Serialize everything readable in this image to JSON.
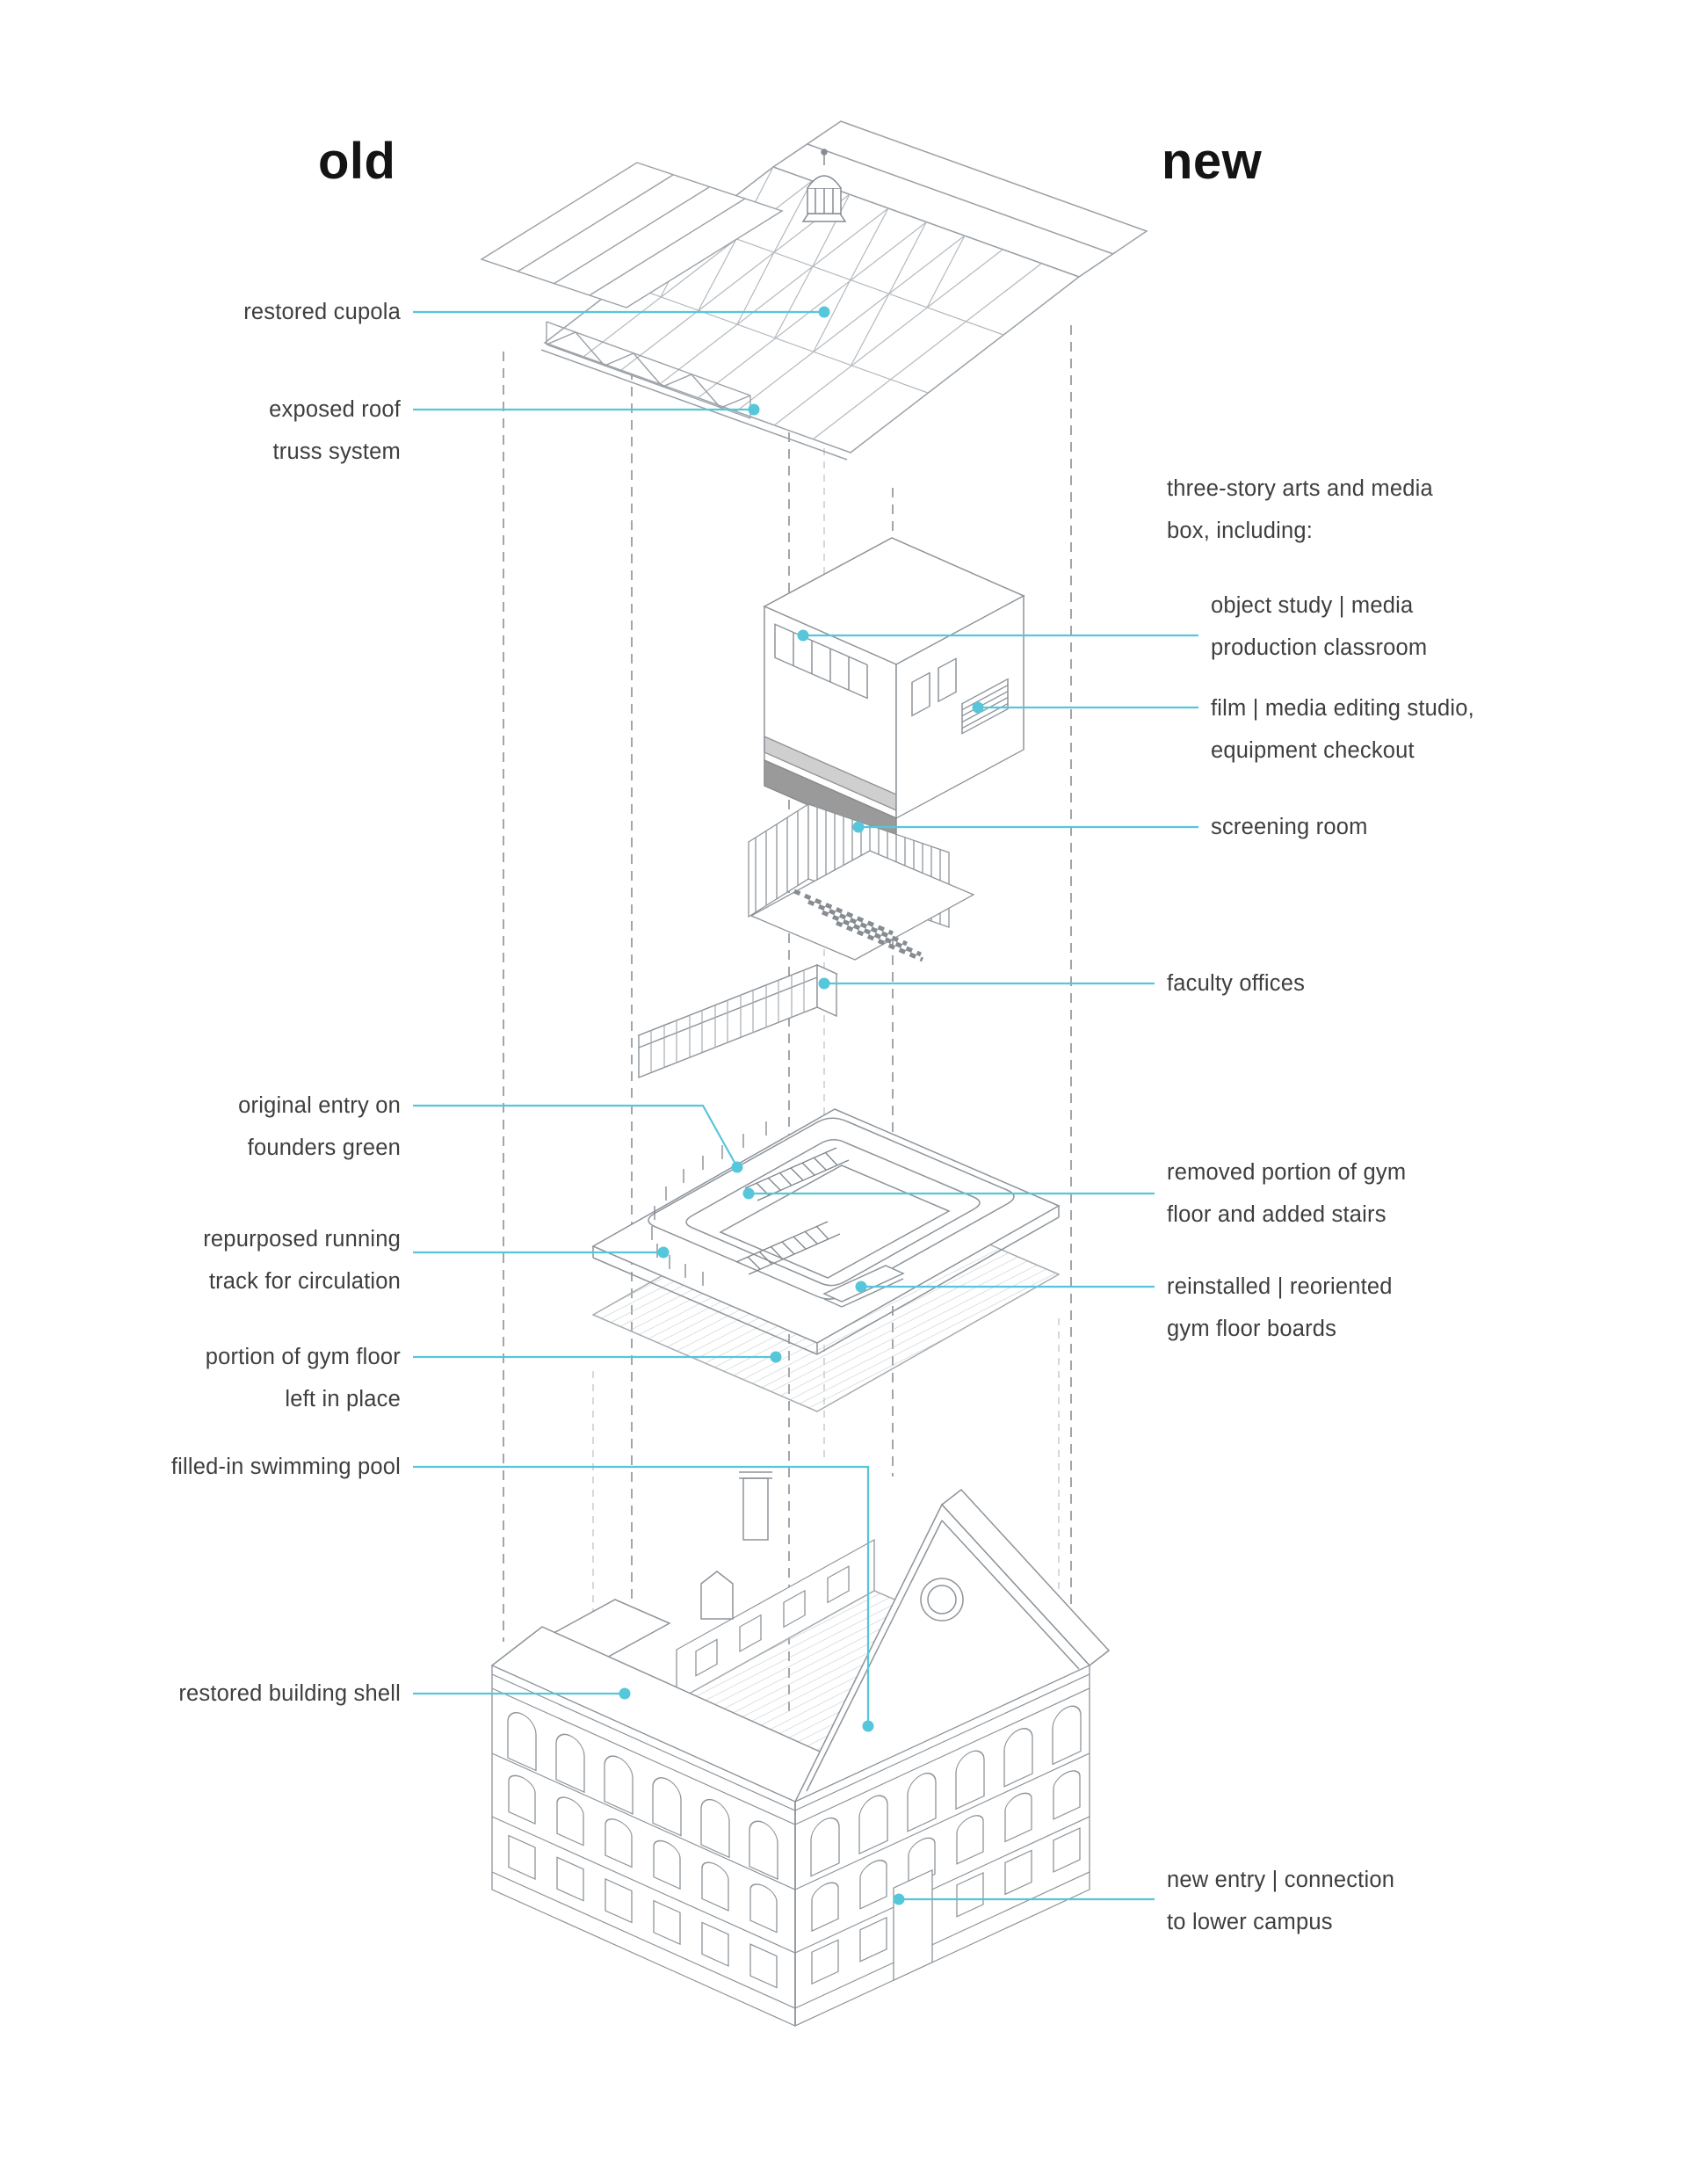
{
  "accent_color": "#56c6da",
  "drawing_line_color": "#8d949a",
  "headers": {
    "old": "old",
    "new": "new"
  },
  "labels": {
    "left": [
      {
        "name": "restored-cupola",
        "lines": [
          "restored cupola"
        ]
      },
      {
        "name": "exposed-roof-truss",
        "lines": [
          "exposed roof",
          "truss system"
        ]
      },
      {
        "name": "original-entry",
        "lines": [
          "original entry on",
          "founders green"
        ]
      },
      {
        "name": "repurposed-track",
        "lines": [
          "repurposed running",
          "track for circulation"
        ]
      },
      {
        "name": "gym-floor-left",
        "lines": [
          "portion of gym floor",
          "left in place"
        ]
      },
      {
        "name": "filled-pool",
        "lines": [
          "filled-in swimming pool"
        ]
      },
      {
        "name": "restored-shell",
        "lines": [
          "restored building shell"
        ]
      }
    ],
    "right": [
      {
        "name": "arts-media-box",
        "lines": [
          "three-story arts and media",
          "box, including:"
        ]
      },
      {
        "name": "object-study-classroom",
        "lines": [
          "object study | media",
          "production classroom"
        ]
      },
      {
        "name": "film-editing-studio",
        "lines": [
          "film | media editing studio,",
          "equipment checkout"
        ]
      },
      {
        "name": "screening-room",
        "lines": [
          "screening room"
        ]
      },
      {
        "name": "faculty-offices",
        "lines": [
          "faculty offices"
        ]
      },
      {
        "name": "removed-gym-floor",
        "lines": [
          "removed portion of gym",
          "floor and added stairs"
        ]
      },
      {
        "name": "reinstalled-boards",
        "lines": [
          "reinstalled | reoriented",
          "gym floor boards"
        ]
      },
      {
        "name": "new-entry",
        "lines": [
          "new entry | connection",
          "to lower campus"
        ]
      }
    ]
  }
}
